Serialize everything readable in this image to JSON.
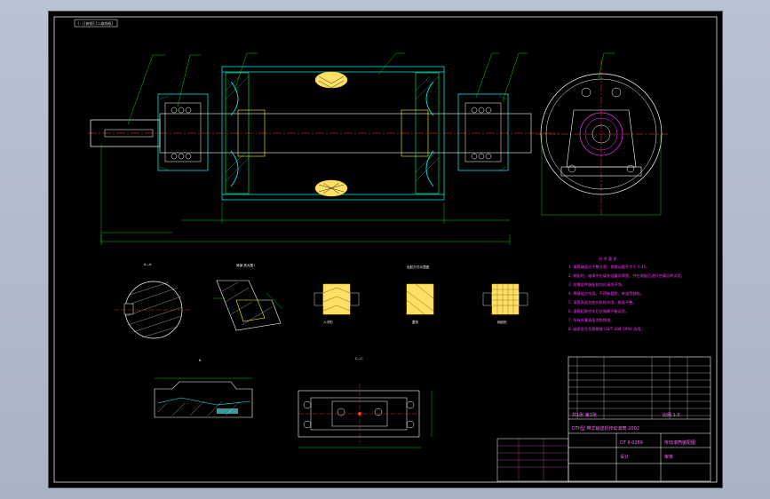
{
  "app": {
    "title": "CAD drawing viewer"
  },
  "drawing": {
    "view_tab_label": "[-][俯视][二维线框]",
    "notes_title": "技 术 要 求",
    "notes": [
      "1. 滚筒端面应平整光滑，其跳动量不大于 0.45。",
      "2. 装配时，轴承中应填充适量润滑脂，并在装配后进行空载运转试验。",
      "3. 各零部件装配前均应清洗干净。",
      "4. 焊接处应牢固，不得有裂纹、夹渣等缺陷。",
      "5. 滚筒表面包胶应粘结牢固，胶面平整。",
      "6. 滚筒组装完毕后应做静平衡试验。",
      "7. 所有外露表面涂防锈漆。",
      "8. 轴承型号及规格按 GB/T 288-1994 选用。"
    ],
    "section_labels": [
      "A—A",
      "局部 放大图 I",
      "包胶方式示意图",
      "B",
      "C—C"
    ],
    "rubber_labels": [
      "人字形",
      "菱形",
      "网纹形"
    ],
    "title_block": {
      "title": "DTII型 带式输送机传动滚筒-2002",
      "drawing_no": "DT II-0289",
      "scale_label": "比例 1:5",
      "sheet_label": "共1张 第1张",
      "drawn_by": "设计",
      "checked_by": "审核",
      "unit": "传动滚筒装配图"
    }
  }
}
